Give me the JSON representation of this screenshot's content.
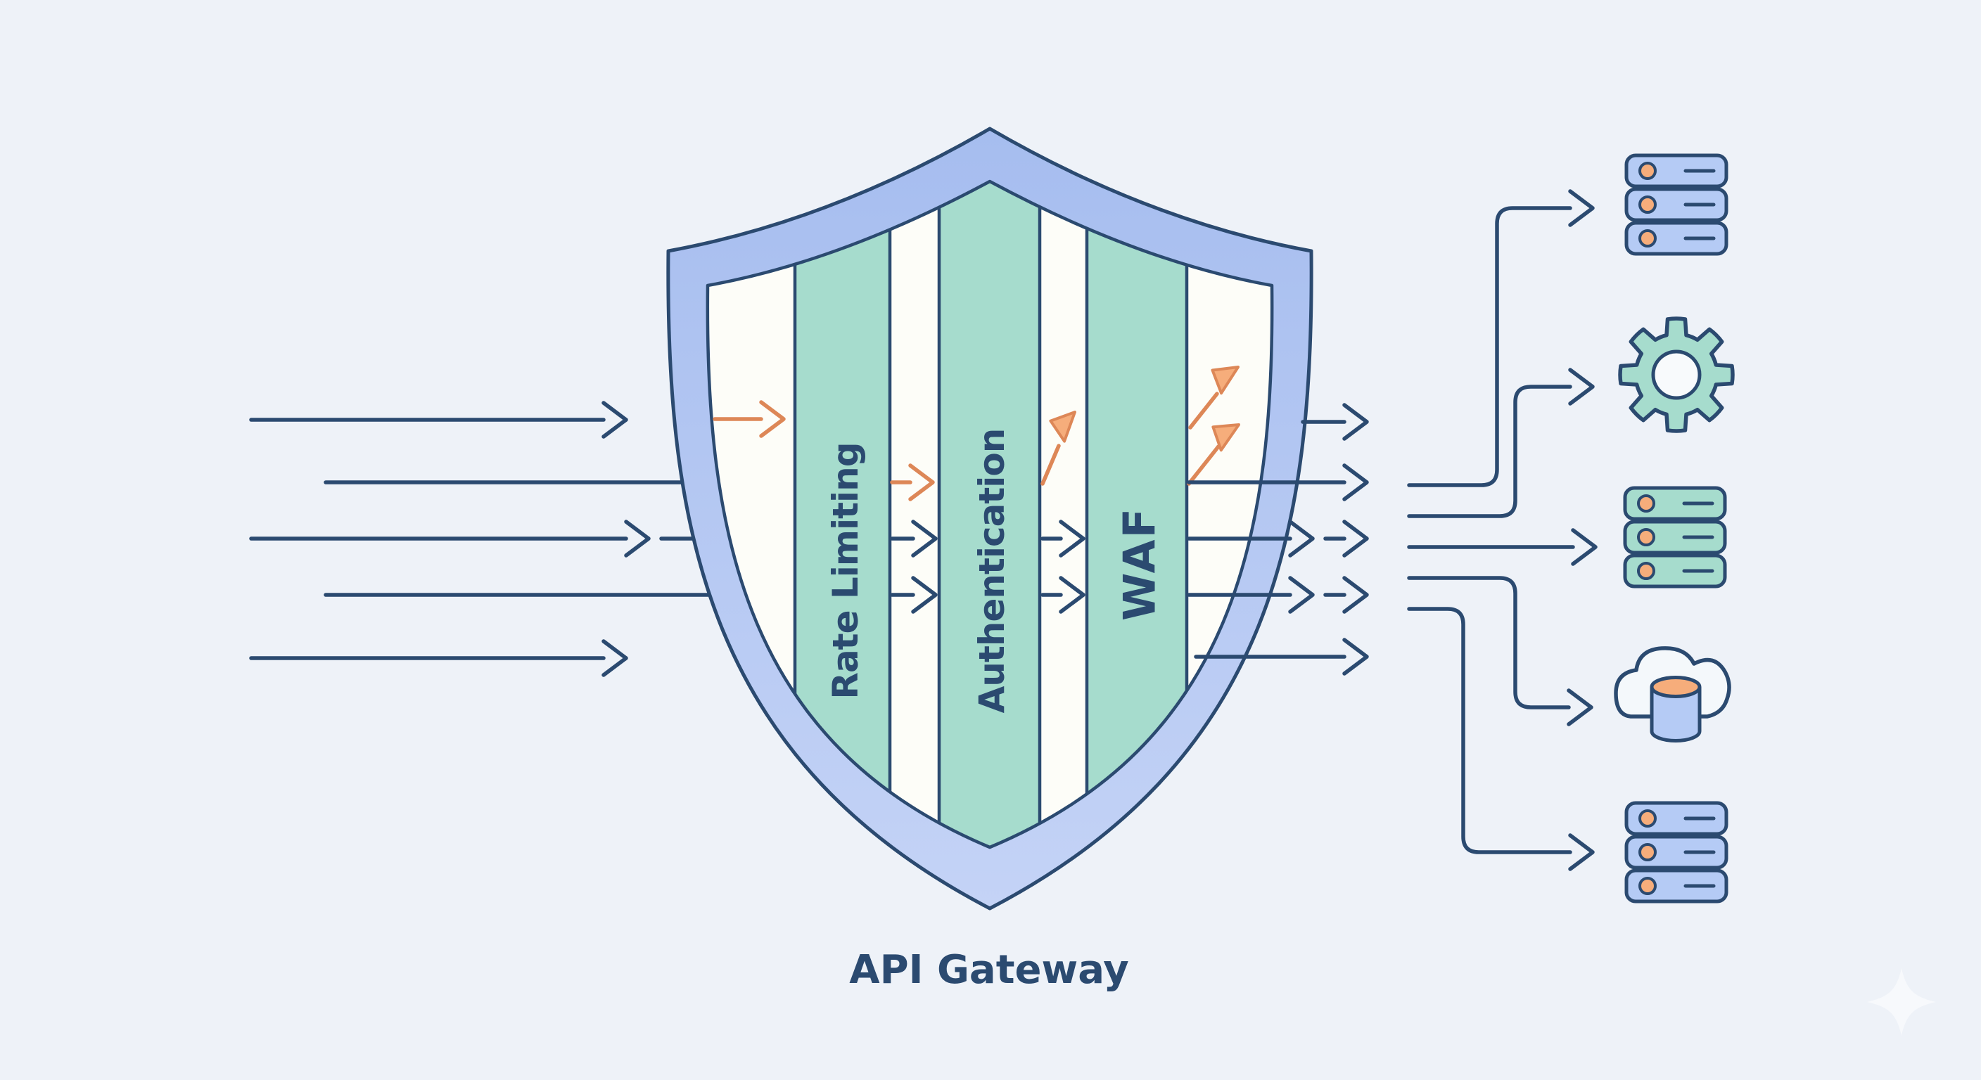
{
  "title": {
    "label": "API Gateway"
  },
  "shield": {
    "layers": [
      {
        "label": "Rate Limiting"
      },
      {
        "label": "Authentication"
      },
      {
        "label": "WAF"
      }
    ]
  },
  "backends": [
    {
      "icon": "server-icon"
    },
    {
      "icon": "gear-icon"
    },
    {
      "icon": "server-icon"
    },
    {
      "icon": "cloud-database-icon"
    },
    {
      "icon": "server-icon"
    }
  ],
  "icons": {
    "watermark": "sparkle-icon"
  },
  "colors": {
    "bg": "#eef2f8",
    "navy": "#2b4a70",
    "border_blue": "#a6bdef",
    "border_blue_light": "#c4d3f6",
    "inner_white": "#fdfdf8",
    "teal_band": "#a6dccd",
    "orange": "#dd8757",
    "orange_fill": "#f6ad7b",
    "icon_blue": "#b5cbf5",
    "icon_teal": "#a6dccd",
    "hole_white": "#f8fafc",
    "cloud_white": "#f4f8fb",
    "watermark": "#f7f9fc"
  }
}
